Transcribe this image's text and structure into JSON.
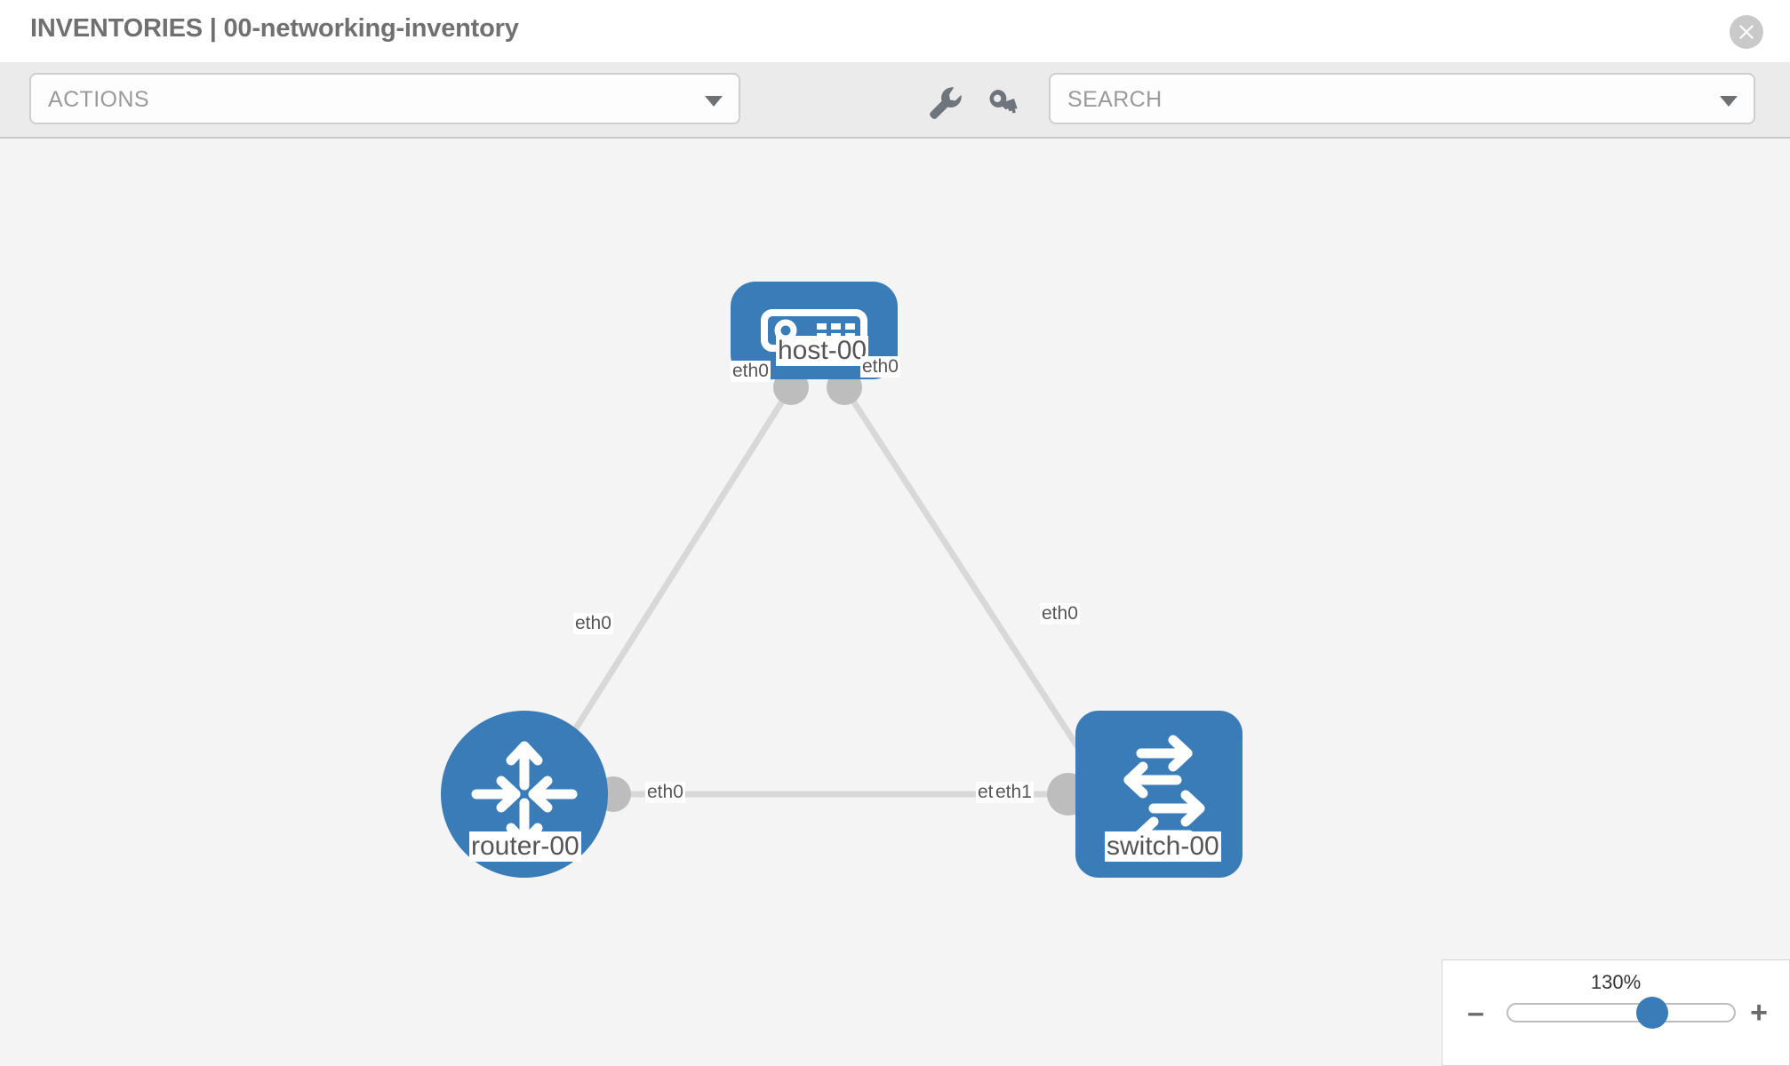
{
  "header": {
    "title": "INVENTORIES | 00-networking-inventory",
    "close_icon": "close-circle-icon"
  },
  "toolbar": {
    "actions_label": "ACTIONS",
    "search_placeholder": "SEARCH",
    "wrench_icon": "wrench-icon",
    "key_icon": "key-icon",
    "chevron_icon": "chevron-down-icon"
  },
  "topology": {
    "nodes": [
      {
        "id": "host-00",
        "label": "host-00",
        "type": "host",
        "icon": "server-icon",
        "color": "#3a7cb8"
      },
      {
        "id": "router-00",
        "label": "router-00",
        "type": "router",
        "icon": "router-arrows-icon",
        "color": "#3a7cb8"
      },
      {
        "id": "switch-00",
        "label": "switch-00",
        "type": "switch",
        "icon": "switch-arrows-icon",
        "color": "#3a7cb8"
      }
    ],
    "interfaces": {
      "host_left": "eth0",
      "host_right": "eth0",
      "router_to_host": "eth0",
      "router_to_switch": "eth0",
      "switch_to_host": "eth0",
      "switch_to_router_a": "eth0",
      "switch_to_router_b": "eth1"
    },
    "link_color": "#d8d8d8",
    "connector_color": "#bdbdbd"
  },
  "zoom": {
    "value": "130%",
    "minus_label": "–",
    "plus_label": "+"
  }
}
